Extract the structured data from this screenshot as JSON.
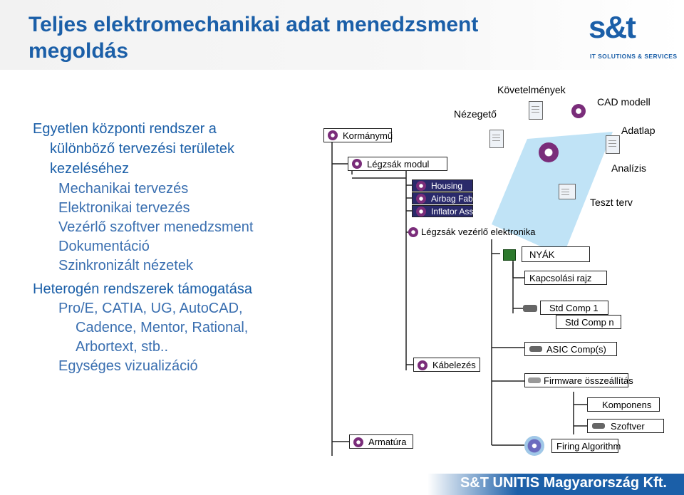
{
  "header": {
    "title": "Teljes elektromechanikai adat menedzsment\nmegoldás",
    "logo_main": "s&t",
    "logo_sub": "IT SOLUTIONS & SERVICES"
  },
  "left": {
    "lines": [
      {
        "text": "Egyetlen központi rendszer a",
        "kind": "h"
      },
      {
        "text": "különböző tervezési területek",
        "kind": "h"
      },
      {
        "text": "kezeléséhez",
        "kind": "h"
      },
      {
        "text": "Mechanikai tervezés",
        "kind": "s"
      },
      {
        "text": "Elektronikai tervezés",
        "kind": "s"
      },
      {
        "text": "Vezérlő szoftver menedzsment",
        "kind": "s"
      },
      {
        "text": "Dokumentáció",
        "kind": "s"
      },
      {
        "text": "Szinkronizált nézetek",
        "kind": "s"
      },
      {
        "text": "Heterogén rendszerek támogatása",
        "kind": "h"
      },
      {
        "text": "Pro/E, CATIA, UG, AutoCAD,",
        "kind": "s"
      },
      {
        "text": "Cadence, Mentor, Rational,",
        "kind": "s"
      },
      {
        "text": "Arbortext, stb..",
        "kind": "s"
      },
      {
        "text": "Egységes vizualizáció",
        "kind": "s"
      }
    ]
  },
  "diagram": {
    "boxes": {
      "kormanymu": "Kormánymű",
      "legzsak_modul": "Légzsák modul",
      "housing": "Housing",
      "airbag_fabric": "Airbag Fabric",
      "inflator_assy": "Inflator Assy",
      "legzsak_vezerlo": "Légzsák vezérlő elektronika",
      "nyak": "NYÁK",
      "kapcsolasi_rajz": "Kapcsolási rajz",
      "std_comp_1": "Std Comp 1",
      "std_comp_n": "Std Comp n",
      "asic": "ASIC Comp(s)",
      "firmware": "Firmware összeállítás",
      "komponens": "Komponens",
      "szoftver": "Szoftver",
      "firing": "Firing Algorithm",
      "kabelezes": "Kábelezés",
      "armatura": "Armatúra"
    },
    "views": {
      "kovetelmenyek": "Követelmények",
      "nezegeto": "Nézegető",
      "cad_modell": "CAD modell",
      "adatlap": "Adatlap",
      "analizis": "Analízis",
      "teszt_terv": "Teszt terv"
    },
    "beam_color": "#b9e0f5",
    "icons": [
      "gear-icon",
      "document-icon",
      "chip-icon",
      "cable-icon",
      "disc-icon",
      "spreadsheet-icon",
      "pdf-icon"
    ]
  },
  "footer": {
    "company": "S&T UNITIS Magyarország Kft."
  }
}
